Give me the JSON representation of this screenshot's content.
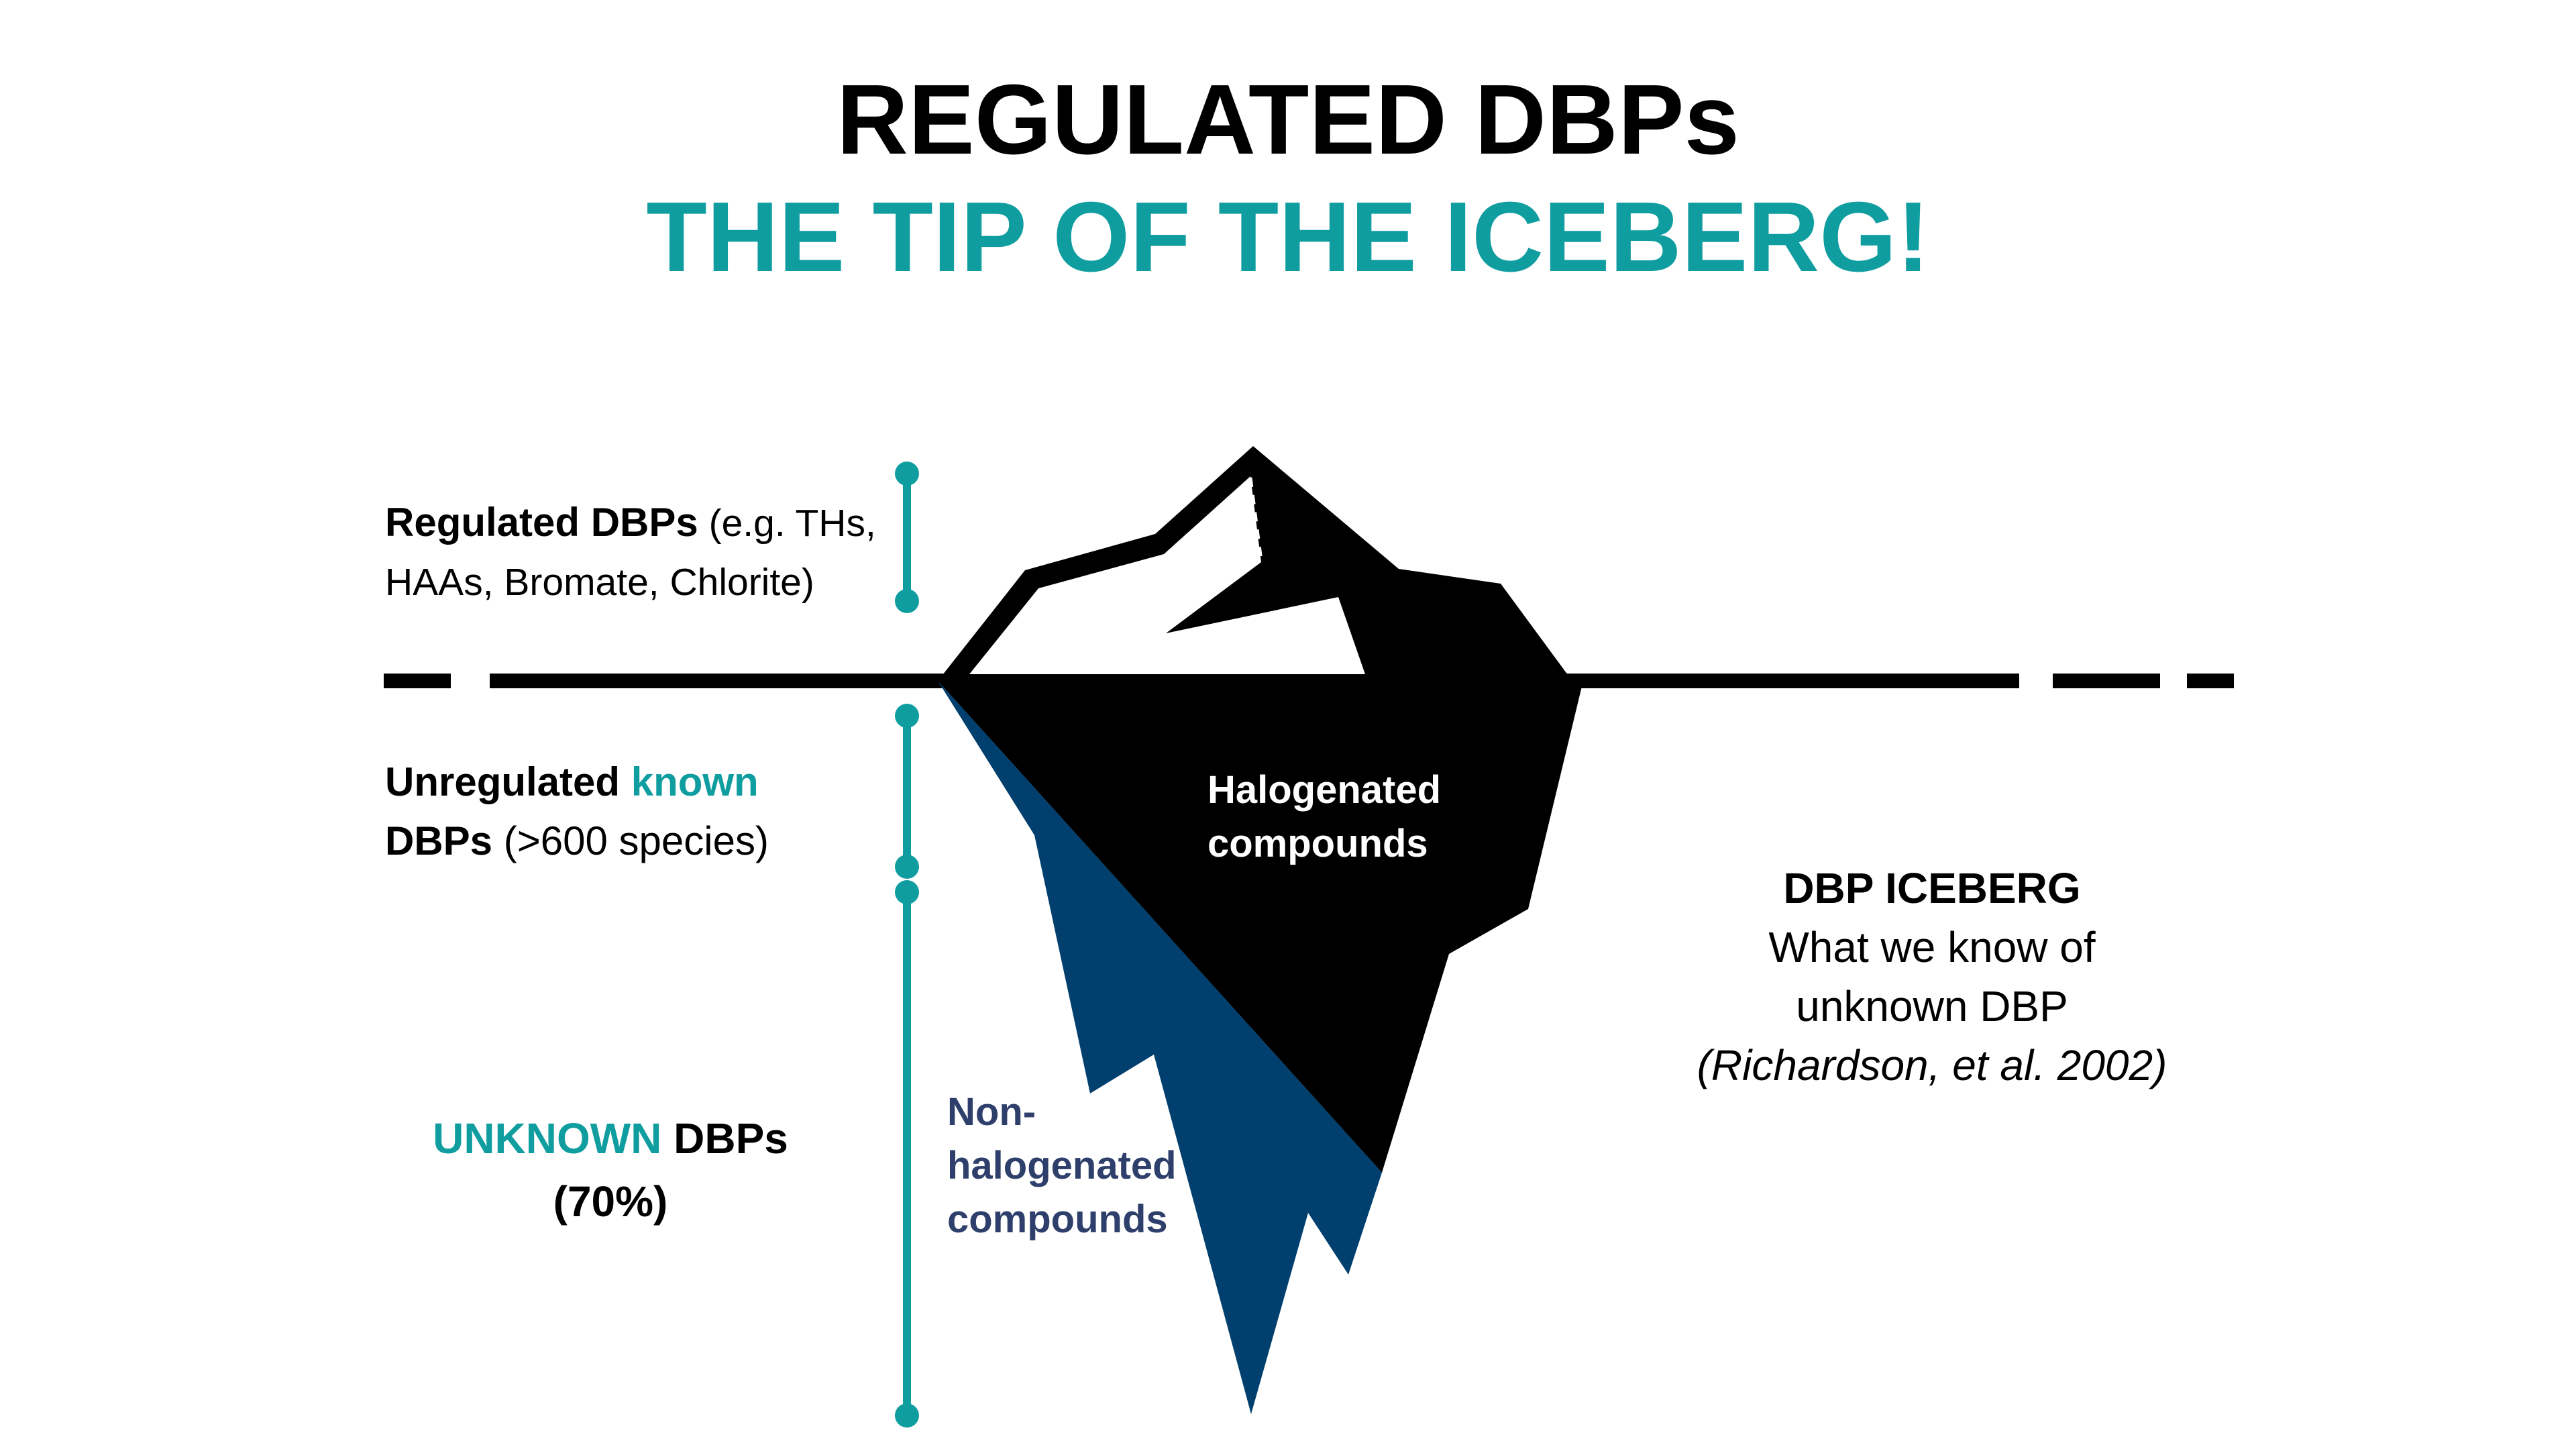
{
  "title": {
    "line1": "REGULATED DBPs",
    "line2": "THE TIP OF THE ICEBERG!"
  },
  "labels": {
    "regulated": {
      "bold": "Regulated DBPs",
      "rest1": " (e.g. THs,",
      "line2": "HAAs, Bromate, Chlorite)"
    },
    "unregulated": {
      "bold1": "Unregulated ",
      "teal": "known",
      "bold2": "DBPs",
      "rest": " (>600 species)"
    },
    "unknown": {
      "teal": "UNKNOWN",
      "rest": " DBPs",
      "line2": "(70%)"
    },
    "halogenated": {
      "line1": "Halogenated",
      "line2": "compounds"
    },
    "nonhalogenated": {
      "line1": "Non-",
      "line2": "halogenated",
      "line3": "compounds"
    },
    "caption": {
      "title": "DBP ICEBERG",
      "line1": "What we know of",
      "line2": "unknown DBP",
      "citation": "(Richardson, et al. 2002)"
    }
  },
  "colors": {
    "teal": "#0f9da0",
    "navy": "#003f6e",
    "black": "#000000",
    "label_navy": "#2e3f6b"
  }
}
